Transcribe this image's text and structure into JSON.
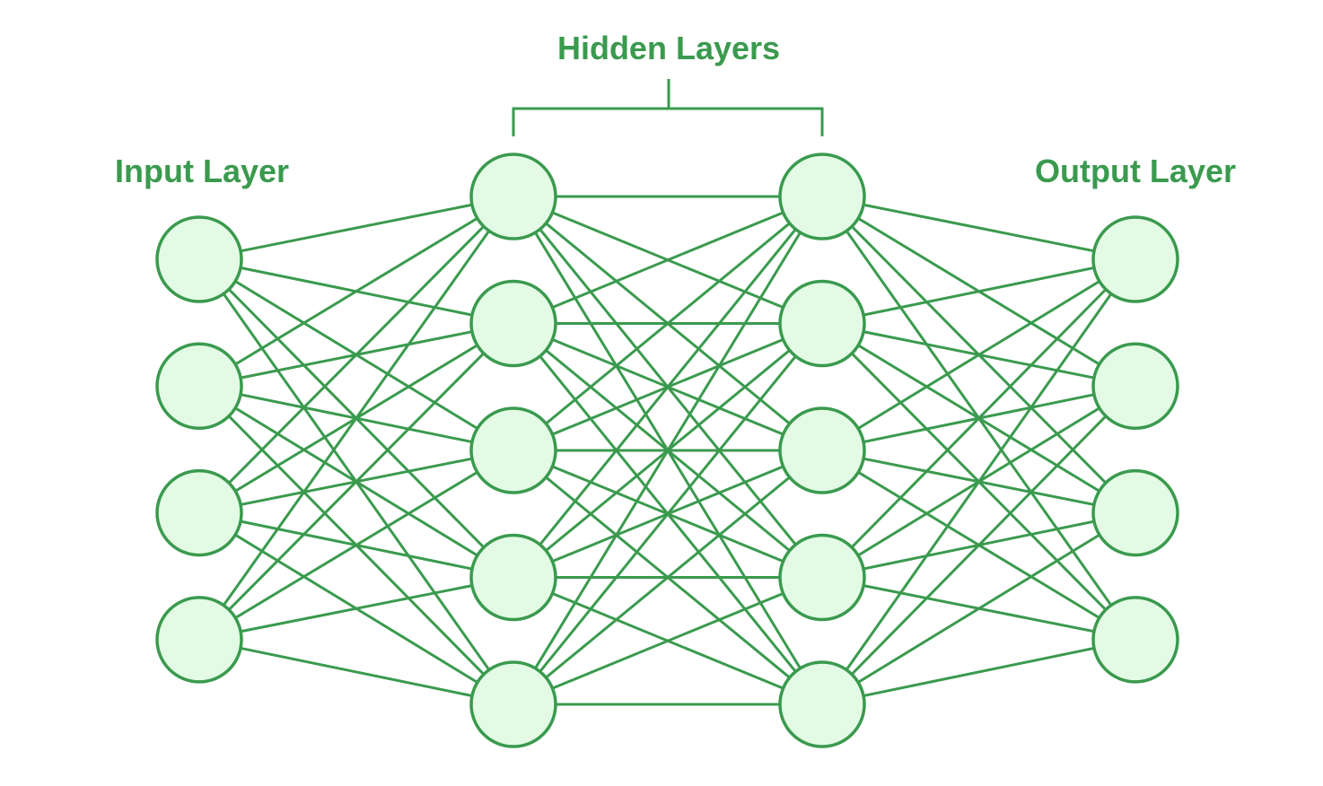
{
  "colors": {
    "stroke": "#3a9a4e",
    "node_fill": "#e3fbe4",
    "text": "#3a9a4e",
    "background": "#ffffff"
  },
  "labels": {
    "input": "Input Layer",
    "hidden": "Hidden Layers",
    "output": "Output Layer"
  },
  "network": {
    "layers": [
      {
        "role": "input",
        "neurons": 4
      },
      {
        "role": "hidden",
        "neurons": 5
      },
      {
        "role": "hidden",
        "neurons": 5
      },
      {
        "role": "output",
        "neurons": 4
      }
    ],
    "fully_connected": true
  }
}
